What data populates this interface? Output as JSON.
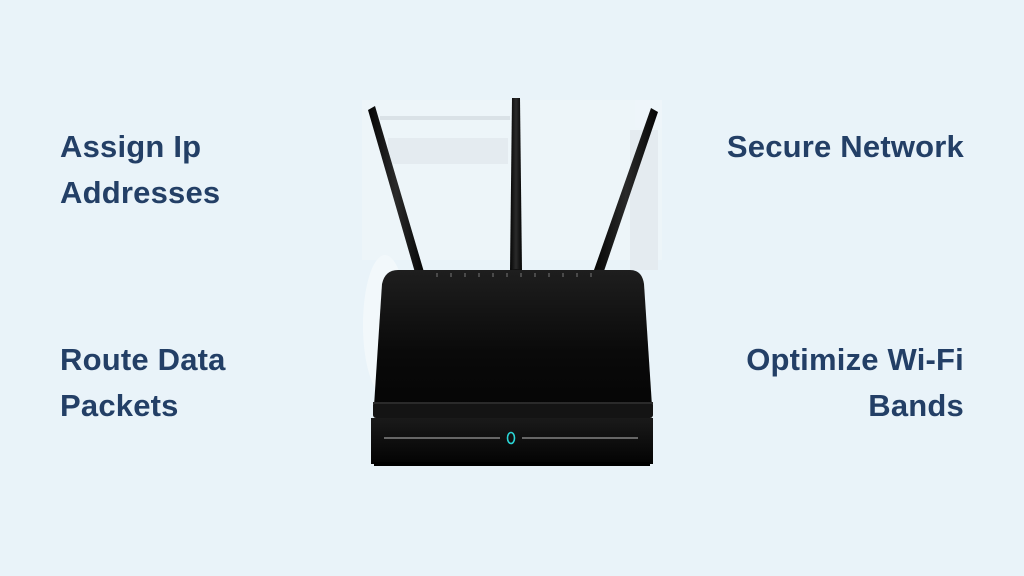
{
  "features": {
    "top_left": {
      "line1": "Assign Ip",
      "line2": "Addresses"
    },
    "top_right": {
      "line1": "Secure Network"
    },
    "bottom_left": {
      "line1": "Route Data",
      "line2": "Packets"
    },
    "bottom_right": {
      "line1": "Optimize Wi-Fi",
      "line2": "Bands"
    }
  },
  "image": {
    "subject": "router-icon",
    "colors": {
      "background": "#e9f3f9",
      "text": "#233f66",
      "router_body": "#0b0b0b",
      "status_led": "#2ad4d4"
    }
  }
}
